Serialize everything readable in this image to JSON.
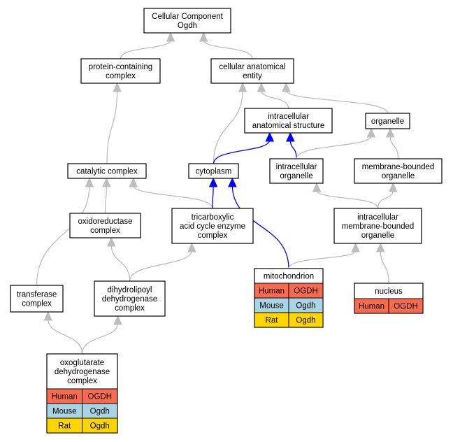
{
  "colors": {
    "human": "#fa6a4f",
    "mouse": "#a9d4e4",
    "rat": "#ffd500",
    "edge_is_a": "#bdbdbd",
    "edge_part_of": "#0000ff"
  },
  "nodes": {
    "root": {
      "lines": [
        "Cellular Component",
        "Ogdh"
      ]
    },
    "protein_complex": {
      "lines": [
        "protein-containing",
        "complex"
      ]
    },
    "cellular_entity": {
      "lines": [
        "cellular anatomical",
        "entity"
      ]
    },
    "intracellular_structure": {
      "lines": [
        "intracellular",
        "anatomical structure"
      ]
    },
    "organelle": {
      "lines": [
        "organelle"
      ]
    },
    "catalytic_complex": {
      "lines": [
        "catalytic complex"
      ]
    },
    "cytoplasm": {
      "lines": [
        "cytoplasm"
      ]
    },
    "intracellular_organelle": {
      "lines": [
        "intracellular",
        "organelle"
      ]
    },
    "membrane_bounded_organelle": {
      "lines": [
        "membrane-bounded",
        "organelle"
      ]
    },
    "oxidoreductase_complex": {
      "lines": [
        "oxidoreductase",
        "complex"
      ]
    },
    "tca_complex": {
      "lines": [
        "tricarboxylic",
        "acid cycle enzyme",
        "complex"
      ]
    },
    "intracellular_mb_organelle": {
      "lines": [
        "intracellular",
        "membrane-bounded",
        "organelle"
      ]
    },
    "mitochondrion": {
      "lines": [
        "mitochondrion"
      ],
      "rows": [
        {
          "species": "Human",
          "gene": "OGDH"
        },
        {
          "species": "Mouse",
          "gene": "Ogdh"
        },
        {
          "species": "Rat",
          "gene": "Ogdh"
        }
      ]
    },
    "nucleus": {
      "lines": [
        "nucleus"
      ],
      "rows": [
        {
          "species": "Human",
          "gene": "OGDH"
        }
      ]
    },
    "transferase_complex": {
      "lines": [
        "transferase",
        "complex"
      ]
    },
    "dihydrolipoyl_complex": {
      "lines": [
        "dihydrolipoyl",
        "dehydrogenase",
        "complex"
      ]
    },
    "ogdh_complex": {
      "lines": [
        "oxoglutarate",
        "dehydrogenase",
        "complex"
      ],
      "rows": [
        {
          "species": "Human",
          "gene": "OGDH"
        },
        {
          "species": "Mouse",
          "gene": "Ogdh"
        },
        {
          "species": "Rat",
          "gene": "Ogdh"
        }
      ]
    }
  },
  "edges": [
    {
      "from": "protein_complex",
      "to": "root",
      "kind": "is_a"
    },
    {
      "from": "cellular_entity",
      "to": "root",
      "kind": "is_a"
    },
    {
      "from": "catalytic_complex",
      "to": "protein_complex",
      "kind": "is_a"
    },
    {
      "from": "cytoplasm",
      "to": "cellular_entity",
      "kind": "is_a"
    },
    {
      "from": "intracellular_structure",
      "to": "cellular_entity",
      "kind": "is_a"
    },
    {
      "from": "organelle",
      "to": "cellular_entity",
      "kind": "is_a"
    },
    {
      "from": "cytoplasm",
      "to": "intracellular_structure",
      "kind": "part_of"
    },
    {
      "from": "intracellular_organelle",
      "to": "intracellular_structure",
      "kind": "part_of"
    },
    {
      "from": "intracellular_organelle",
      "to": "organelle",
      "kind": "is_a"
    },
    {
      "from": "membrane_bounded_organelle",
      "to": "organelle",
      "kind": "is_a"
    },
    {
      "from": "oxidoreductase_complex",
      "to": "catalytic_complex",
      "kind": "is_a"
    },
    {
      "from": "tca_complex",
      "to": "catalytic_complex",
      "kind": "is_a"
    },
    {
      "from": "transferase_complex",
      "to": "catalytic_complex",
      "kind": "is_a"
    },
    {
      "from": "tca_complex",
      "to": "cytoplasm",
      "kind": "part_of"
    },
    {
      "from": "mitochondrion",
      "to": "cytoplasm",
      "kind": "part_of"
    },
    {
      "from": "intracellular_mb_organelle",
      "to": "intracellular_organelle",
      "kind": "is_a"
    },
    {
      "from": "intracellular_mb_organelle",
      "to": "membrane_bounded_organelle",
      "kind": "is_a"
    },
    {
      "from": "mitochondrion",
      "to": "intracellular_mb_organelle",
      "kind": "is_a"
    },
    {
      "from": "nucleus",
      "to": "intracellular_mb_organelle",
      "kind": "is_a"
    },
    {
      "from": "dihydrolipoyl_complex",
      "to": "oxidoreductase_complex",
      "kind": "is_a"
    },
    {
      "from": "dihydrolipoyl_complex",
      "to": "tca_complex",
      "kind": "is_a"
    },
    {
      "from": "ogdh_complex",
      "to": "transferase_complex",
      "kind": "is_a"
    },
    {
      "from": "ogdh_complex",
      "to": "dihydrolipoyl_complex",
      "kind": "is_a"
    }
  ]
}
